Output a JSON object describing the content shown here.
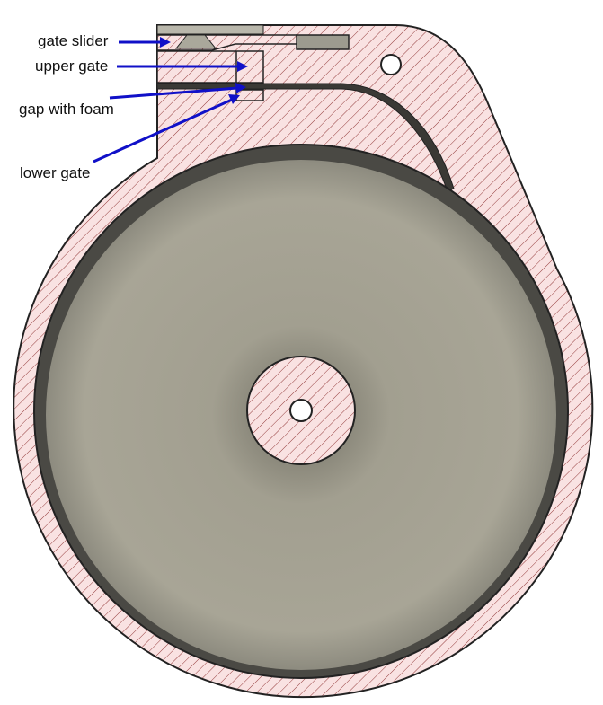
{
  "labels": {
    "gate_slider": "gate slider",
    "upper_gate": "upper gate",
    "gap_with_foam": "gap with foam",
    "lower_gate": "lower gate"
  },
  "colors": {
    "section_fill": "#f9e2e2",
    "hatch": "#8a2a2a",
    "arrow": "#1010c8",
    "cavity": "#9c9a8c",
    "outline": "#222222"
  }
}
